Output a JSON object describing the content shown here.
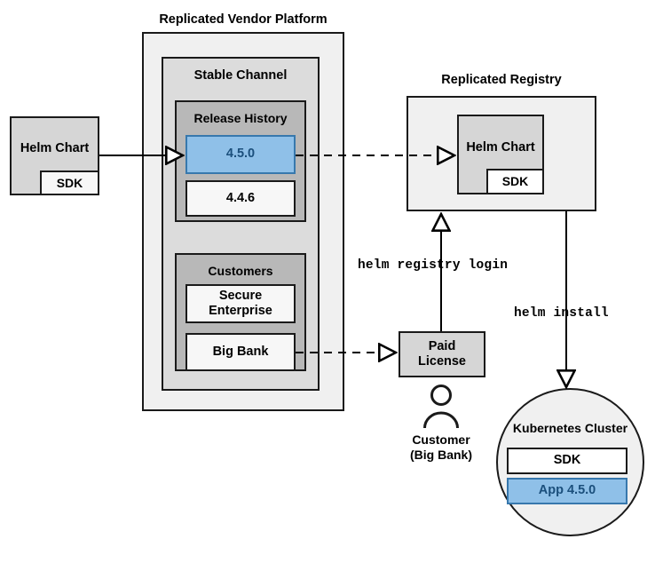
{
  "diagram": {
    "title_vendor_platform": "Replicated Vendor Platform",
    "title_registry": "Replicated Registry",
    "groups": {
      "stable_channel": "Stable Channel",
      "release_history": "Release History",
      "customers": "Customers",
      "kubernetes_cluster": "Kubernetes Cluster"
    },
    "nodes": {
      "helm_chart_source": "Helm Chart",
      "helm_chart_source_sdk": "SDK",
      "release_current": "4.5.0",
      "release_previous": "4.4.6",
      "customer_secure_enterprise": "Secure\nEnterprise",
      "customer_secure_enterprise_line1": "Secure",
      "customer_secure_enterprise_line2": "Enterprise",
      "customer_big_bank": "Big Bank",
      "registry_helm_chart": "Helm Chart",
      "registry_helm_chart_sdk": "SDK",
      "paid_license_line1": "Paid",
      "paid_license_line2": "License",
      "cluster_sdk": "SDK",
      "cluster_app": "App 4.5.0"
    },
    "actor": {
      "label_line1": "Customer",
      "label_line2": "(Big Bank)"
    },
    "commands": {
      "registry_login": "helm registry login",
      "install": "helm install"
    },
    "colors": {
      "accent_blue_fill": "#8fc0e8",
      "accent_blue_border": "#3778ad",
      "accent_blue_text": "#1b4f7c",
      "outline": "#1a1a1a",
      "group_outer": "#f0f0f0",
      "group_mid": "#dcdcdc",
      "group_inner": "#b8b8b8"
    }
  }
}
